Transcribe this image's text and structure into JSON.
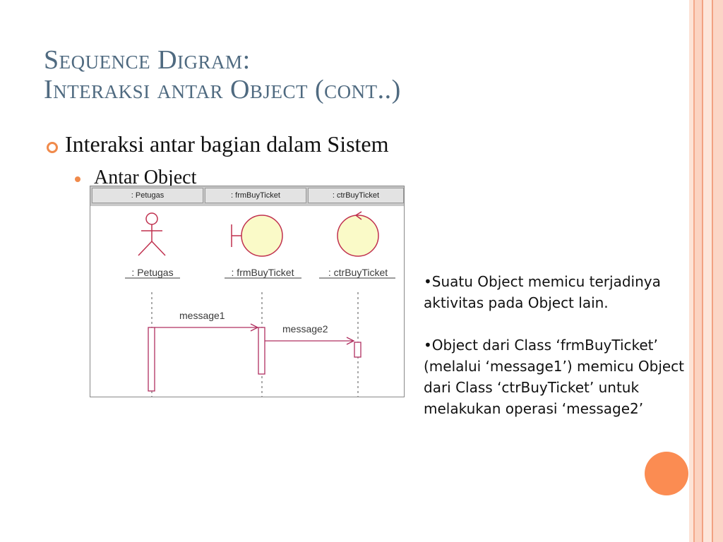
{
  "slide": {
    "title_line1": "Sequence Digram:",
    "title_line2": "Interaksi antar Object (cont..)",
    "bullet1": "Interaksi antar bagian dalam Sistem",
    "bullet2": "Antar Object"
  },
  "diagram": {
    "headers": [
      ": Petugas",
      ": frmBuyTicket",
      ": ctrBuyTicket"
    ],
    "objects": [
      {
        "label": ": Petugas",
        "icon": "actor-icon"
      },
      {
        "label": ": frmBuyTicket",
        "icon": "boundary-icon"
      },
      {
        "label": ": ctrBuyTicket",
        "icon": "control-icon"
      }
    ],
    "messages": [
      {
        "label": "message1",
        "from": ": Petugas",
        "to": ": frmBuyTicket"
      },
      {
        "label": "message2",
        "from": ": frmBuyTicket",
        "to": ": ctrBuyTicket"
      }
    ]
  },
  "notes": {
    "note1": "•Suatu Object memicu terjadinya aktivitas pada Object lain.",
    "note2": "•Object dari Class ‘frmBuyTicket’ (melalui ‘message1’) memicu Object dari Class ‘ctrBuyTicket’ untuk melakukan operasi ‘message2’"
  },
  "colors": {
    "accent": "#f08a4b",
    "title": "#4f6a80",
    "circle": "#fb8c52",
    "message_line": "#b03060",
    "object_fill": "#fafac8"
  }
}
